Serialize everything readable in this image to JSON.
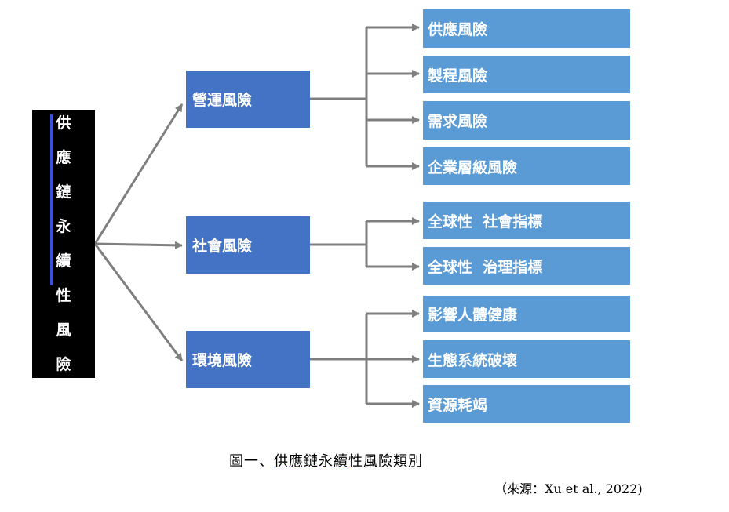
{
  "root": {
    "chars": [
      "供",
      "應",
      "鏈",
      "永",
      "續",
      "性",
      "風",
      "險"
    ]
  },
  "categories": [
    {
      "label": "營運風險",
      "items": [
        "供應風險",
        "製程風險",
        "需求風險",
        "企業層級風險"
      ]
    },
    {
      "label": "社會風險",
      "items": [
        "全球性  社會指標",
        "全球性  治理指標"
      ]
    },
    {
      "label": "環境風險",
      "items": [
        "影響人體健康",
        "生態系統破壞",
        "資源耗竭"
      ]
    }
  ],
  "caption": {
    "prefix": "圖一、",
    "underlined": "供應鏈永續",
    "suffix": "性風險類別"
  },
  "source": "（來源：Xu et al., 2022)",
  "colors": {
    "root": "#000000",
    "category": "#4472c4",
    "leaf": "#5b9bd5",
    "connector": "#7f7f7f"
  }
}
